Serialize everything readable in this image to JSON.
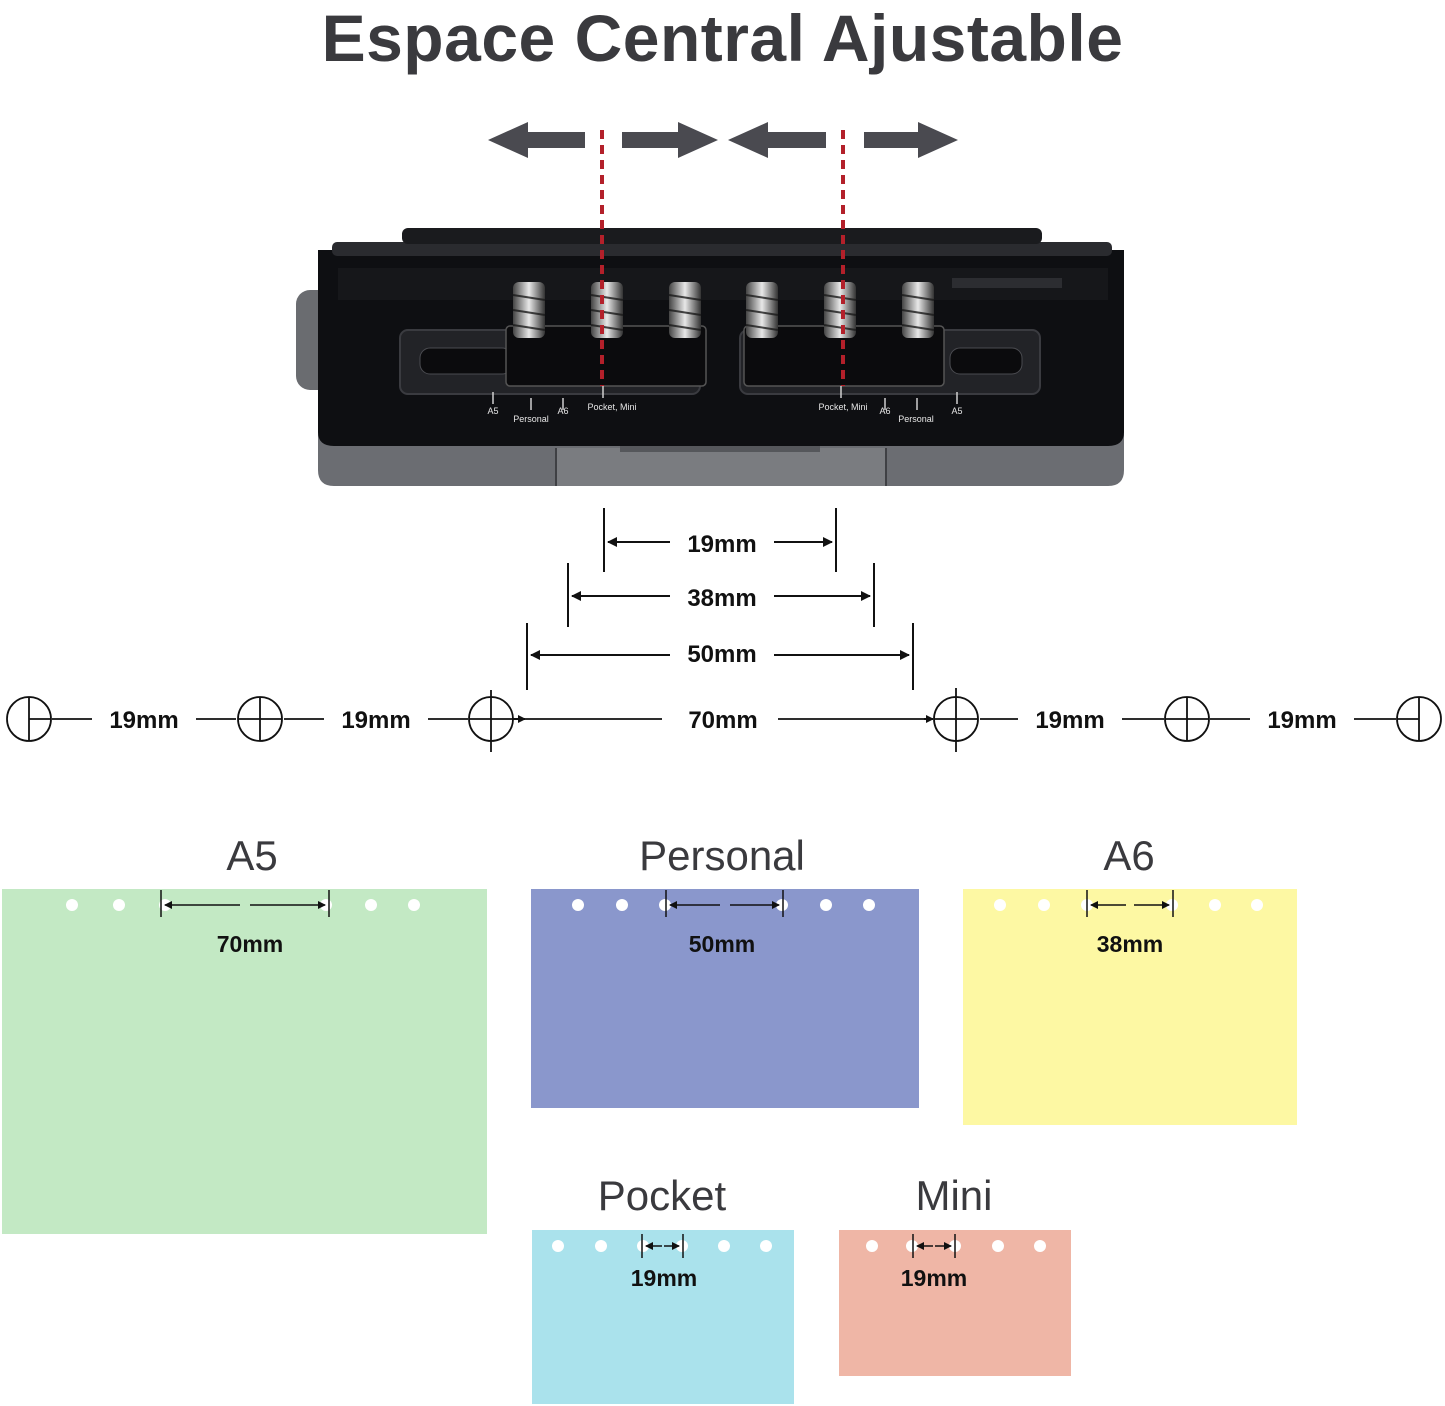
{
  "title": "Espace Central Ajustable",
  "device": {
    "left_labels": [
      "A5",
      "Personal",
      "A6",
      "Pocket, Mini"
    ],
    "right_labels": [
      "Pocket, Mini",
      "A6",
      "Personal",
      "A5"
    ]
  },
  "spacing": {
    "center": [
      "19mm",
      "38mm",
      "50mm"
    ],
    "row": [
      "19mm",
      "19mm",
      "70mm",
      "19mm",
      "19mm"
    ]
  },
  "sheets": [
    {
      "name": "A5",
      "measure": "70mm",
      "color": "#c3e9c4"
    },
    {
      "name": "Personal",
      "measure": "50mm",
      "color": "#8a97cc"
    },
    {
      "name": "A6",
      "measure": "38mm",
      "color": "#fdf8a3"
    },
    {
      "name": "Pocket",
      "measure": "19mm",
      "color": "#aae2ec"
    },
    {
      "name": "Mini",
      "measure": "19mm",
      "color": "#efb6a6"
    }
  ],
  "colors": {
    "title": "#3a3a3e",
    "arrow": "#4a4a50",
    "guide": "#b3202a",
    "device_body": "#5f6166",
    "device_top": "#0e0f12"
  }
}
